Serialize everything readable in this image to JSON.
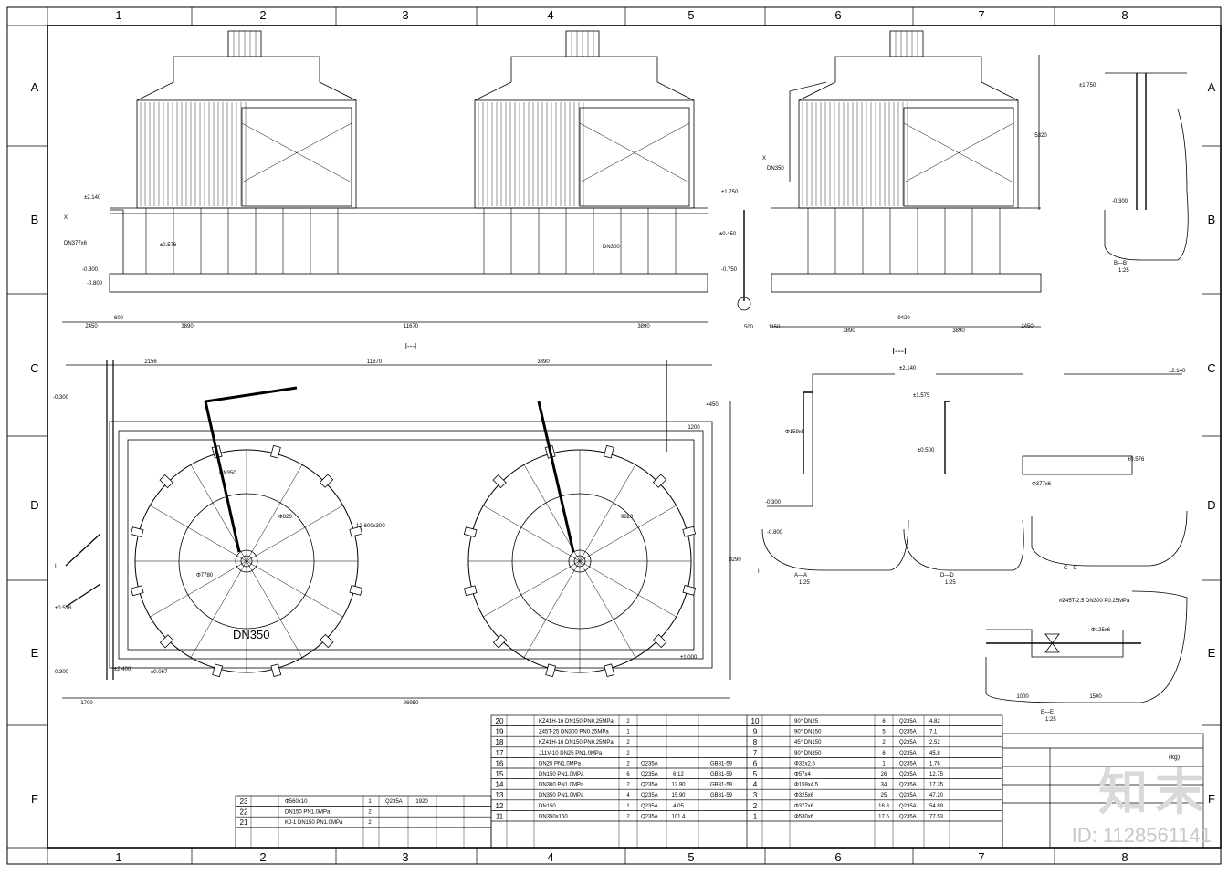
{
  "grid": {
    "columns": [
      "1",
      "2",
      "3",
      "4",
      "5",
      "6",
      "7",
      "8"
    ],
    "rows": [
      "A",
      "B",
      "C",
      "D",
      "E",
      "F"
    ]
  },
  "elevation": {
    "levels": [
      "±2.140",
      "±0.576",
      "-0.300",
      "-0.800",
      "±1.750",
      "±0.450",
      "-0.750"
    ],
    "dimensions": [
      "2450",
      "3890",
      "11670",
      "3890",
      "2450",
      "500",
      "1150",
      "3890",
      "3890",
      "9420",
      "5320",
      "600"
    ],
    "labels": [
      "DN300",
      "DN377x6",
      "DN350",
      "X",
      "X"
    ]
  },
  "plan": {
    "section_mark": "I---I",
    "dimensions": [
      "11670",
      "2156",
      "3890",
      "26950",
      "1700",
      "9290",
      "1200",
      "4450"
    ],
    "labels": [
      "Φ820",
      "Φ7780",
      "12-600x300",
      "DN350",
      "DN350",
      "I",
      "I",
      "9820"
    ],
    "levels": [
      "-0.300",
      "±0.576",
      "±2.400",
      "±0.067",
      "-0.300",
      "±1.000"
    ]
  },
  "sections": {
    "title_i": "I---I",
    "section_labels": [
      "A—A",
      "B—B",
      "C—C",
      "D—D",
      "E—E"
    ],
    "scales": [
      "1:25",
      "1:25",
      "1:25",
      "1:25"
    ],
    "levels": [
      "±2.140",
      "±1.575",
      "±0.500",
      "-0.300",
      "-0.800",
      "±0.576",
      "±2.140",
      "-0.300",
      "±1.750"
    ],
    "annotations": [
      "#Z45T-2.5 DN300 P0.25MPa",
      "Φ125x6",
      "1000",
      "1500",
      "Φ159x5",
      "Φ377x6"
    ]
  },
  "bom": {
    "rows_left": [
      {
        "no": "23",
        "name": "Φ560x10",
        "qty": "1",
        "mat": "Q235A",
        "weight": "1920"
      },
      {
        "no": "22",
        "name": "DN150 PN1.0MPa",
        "qty": "2",
        "mat": "",
        "weight": ""
      },
      {
        "no": "21",
        "name": "KJ-1 DN150 PN1.0MPa",
        "qty": "2",
        "mat": "",
        "weight": ""
      }
    ],
    "rows_mid": [
      {
        "no": "20",
        "name": "KZ41H-16 DN150 PN0.25MPa",
        "qty": "2",
        "mat": "",
        "w1": "",
        "w2": "",
        "std": ""
      },
      {
        "no": "19",
        "name": "Z45T-25 DN300 PN0.25MPa",
        "qty": "1",
        "mat": "",
        "w1": "",
        "w2": "",
        "std": ""
      },
      {
        "no": "18",
        "name": "KZ41H-16 DN150 PN0.25MPa",
        "qty": "2",
        "mat": "",
        "w1": "",
        "w2": "",
        "std": ""
      },
      {
        "no": "17",
        "name": "J11V-10 DN25 PN1.0MPa",
        "qty": "2",
        "mat": "",
        "w1": "",
        "w2": "",
        "std": ""
      },
      {
        "no": "16",
        "name": "DN25 PN1.0MPa",
        "qty": "2",
        "mat": "Q235A",
        "w1": "",
        "w2": "",
        "std": "GB81-59"
      },
      {
        "no": "15",
        "name": "DN150 PN1.0MPa",
        "qty": "6",
        "mat": "Q235A",
        "w1": "6.12",
        "w2": "",
        "std": "GB81-59"
      },
      {
        "no": "14",
        "name": "DN300 PN1.0MPa",
        "qty": "2",
        "mat": "Q235A",
        "w1": "12.90",
        "w2": "",
        "std": "GB81-59"
      },
      {
        "no": "13",
        "name": "DN350 PN1.0MPa",
        "qty": "4",
        "mat": "Q235A",
        "w1": "15.90",
        "w2": "",
        "std": "GB81-59"
      },
      {
        "no": "12",
        "name": "DN150",
        "qty": "1",
        "mat": "Q235A",
        "w1": "4.05",
        "w2": "",
        "std": ""
      },
      {
        "no": "11",
        "name": "DN350x150",
        "qty": "2",
        "mat": "Q235A",
        "w1": "101.4",
        "w2": "",
        "std": ""
      }
    ],
    "rows_right": [
      {
        "no": "10",
        "name": "90° DN25",
        "qty": "6",
        "mat": "Q235A",
        "w": "4.82"
      },
      {
        "no": "9",
        "name": "90° DN150",
        "qty": "5",
        "mat": "Q235A",
        "w": "7.1"
      },
      {
        "no": "8",
        "name": "45° DN150",
        "qty": "2",
        "mat": "Q235A",
        "w": "2.52"
      },
      {
        "no": "7",
        "name": "90° DN350",
        "qty": "6",
        "mat": "Q235A",
        "w": "45.8"
      },
      {
        "no": "6",
        "name": "Φ32x2.5",
        "qty": "1",
        "mat": "Q235A",
        "w": "1.76"
      },
      {
        "no": "5",
        "name": "Φ57x4",
        "qty": "26",
        "mat": "Q235A",
        "w": "12.75"
      },
      {
        "no": "4",
        "name": "Φ159x4.5",
        "qty": "34",
        "mat": "Q235A",
        "w": "17.35"
      },
      {
        "no": "3",
        "name": "Φ325x6",
        "qty": "25",
        "mat": "Q235A",
        "w": "47.20"
      },
      {
        "no": "2",
        "name": "Φ377x6",
        "qty": "16.8",
        "mat": "Q235A",
        "w": "54.89"
      },
      {
        "no": "1",
        "name": "Φ530x6",
        "qty": "17.5",
        "mat": "Q235A",
        "w": "77.53"
      }
    ]
  },
  "title_block": {
    "weight_label": "(kg)"
  },
  "watermark": {
    "logo": "知末",
    "id": "ID: 1128561141"
  }
}
